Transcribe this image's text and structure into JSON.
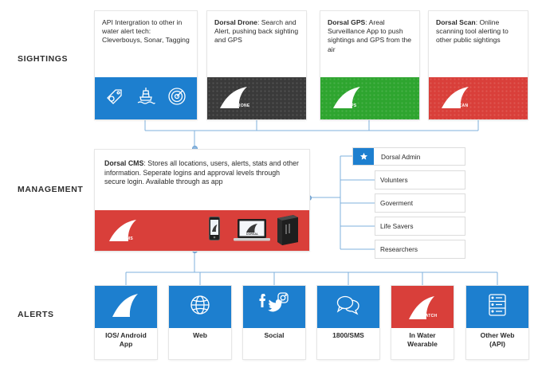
{
  "sections": {
    "sightings": "SIGHTINGS",
    "management": "MANAGEMENT",
    "alerts": "ALERTS"
  },
  "sightings_cards": [
    {
      "title": "",
      "text": "API Intergration to other in water alert tech: Cleverbouys, Sonar, Tagging",
      "band_color": "#1d7fcf",
      "icons": [
        "tag-icon",
        "buoy-icon",
        "sonar-icon"
      ]
    },
    {
      "title": "Dorsal Drone",
      "text": ": Search and Alert, pushing back sighting and GPS",
      "band_color": "#3a3a3a",
      "badge": "DRONE"
    },
    {
      "title": "Dorsal GPS",
      "text": ": Areal Surveillance App to push sightings and GPS from the air",
      "band_color": "#2ea52f",
      "badge": "GPS"
    },
    {
      "title": "Dorsal Scan",
      "text": ": Online scanning tool alerting to other public sightings",
      "band_color": "#d93f3a",
      "badge": "SCAN"
    }
  ],
  "cms": {
    "title": "Dorsal CMS",
    "text": ": Stores all locations, users, alerts, stats and other information. Seperate logins and approval levels through secure login. Available through as app",
    "badge": "CMS",
    "laptop_brand": "DORSAL",
    "band_color": "#d93f3a"
  },
  "management_roles": {
    "admin": "Dorsal Admin",
    "others": [
      "Volunters",
      "Goverment",
      "Life Savers",
      "Researchers"
    ]
  },
  "alerts": [
    {
      "label": "IOS/ Android\nApp",
      "color": "#1d7fcf",
      "icon": "shark-fin-icon"
    },
    {
      "label": "Web",
      "color": "#1d7fcf",
      "icon": "globe-icon"
    },
    {
      "label": "Social",
      "color": "#1d7fcf",
      "icon": "social-icons"
    },
    {
      "label": "1800/SMS",
      "color": "#1d7fcf",
      "icon": "chat-bubbles-icon"
    },
    {
      "label": "In Water\nWearable",
      "color": "#d93f3a",
      "icon": "shark-fin-icon",
      "badge": "WATCH"
    },
    {
      "label": "Other Web\n(API)",
      "color": "#1d7fcf",
      "icon": "server-icon"
    }
  ],
  "colors": {
    "blue": "#1d7fcf",
    "red": "#d93f3a",
    "green": "#2ea52f",
    "dark": "#3a3a3a",
    "connector": "#7fb0dc"
  }
}
